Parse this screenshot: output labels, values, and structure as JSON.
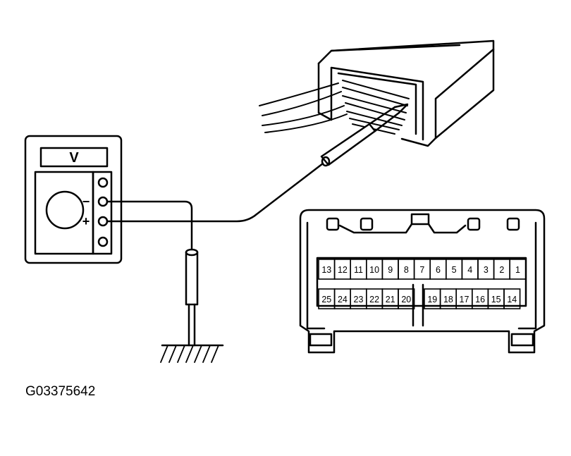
{
  "meter": {
    "display": "V",
    "minus_label": "−",
    "plus_label": "+"
  },
  "connector_face": {
    "top_row_pins": [
      "13",
      "12",
      "11",
      "10",
      "9",
      "8",
      "7",
      "6",
      "5",
      "4",
      "3",
      "2",
      "1"
    ],
    "bottom_row_left_pins": [
      "25",
      "24",
      "23",
      "22",
      "21",
      "20"
    ],
    "bottom_row_right_pins": [
      "19",
      "18",
      "17",
      "16",
      "15",
      "14"
    ]
  },
  "figure_id": "G03375642",
  "colors": {
    "line": "#000000",
    "background": "#ffffff"
  }
}
